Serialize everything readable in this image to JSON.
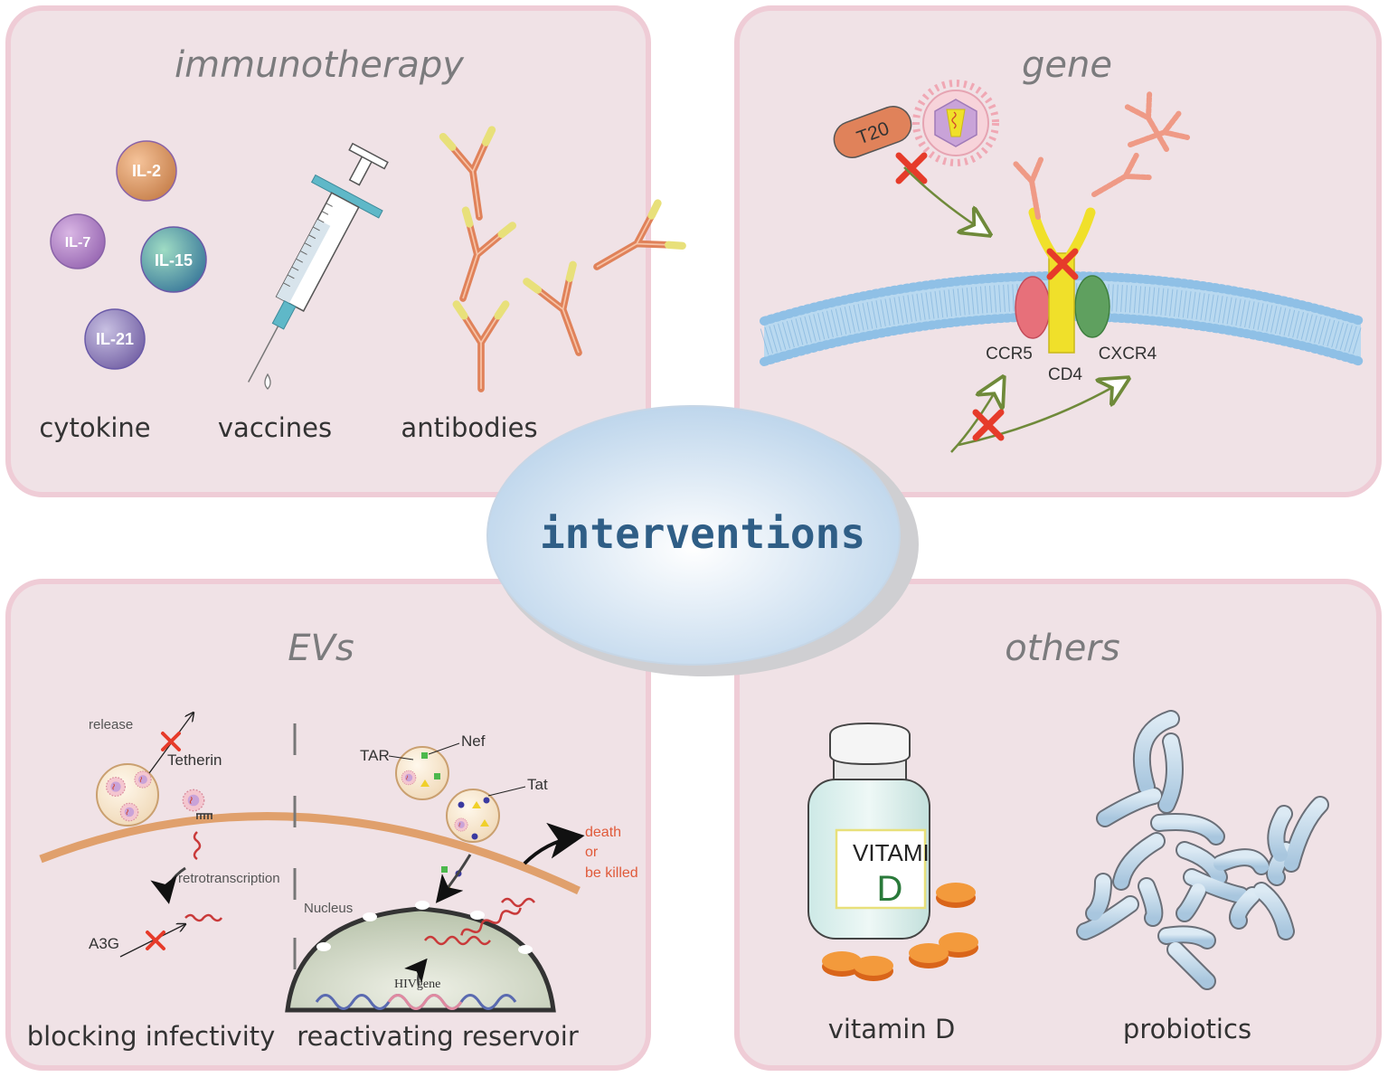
{
  "center": {
    "label": "interventions"
  },
  "panels": {
    "immunotherapy": {
      "title": "immunotherapy",
      "captions": [
        "cytokine",
        "vaccines",
        "antibodies"
      ],
      "cytokines": [
        "IL-2",
        "IL-7",
        "IL-15",
        "IL-21"
      ]
    },
    "gene": {
      "title": "gene",
      "t20": "T20",
      "receptors": [
        "CCR5",
        "CD4",
        "CXCR4"
      ]
    },
    "evs": {
      "title": "EVs",
      "captions": [
        "blocking infectivity",
        "reactivating reservoir"
      ],
      "labels": {
        "release": "release",
        "tetherin": "Tetherin",
        "retrotranscription": "retrotranscription",
        "a3g": "A3G",
        "tar": "TAR",
        "nef": "Nef",
        "tat": "Tat",
        "nucleus": "Nucleus",
        "hivgene": "HIVgene"
      },
      "outcome": [
        "death",
        "or",
        "be killed"
      ]
    },
    "others": {
      "title": "others",
      "captions": [
        "vitamin D",
        "probiotics"
      ],
      "bottle_label": [
        "VITAMI",
        "D"
      ]
    }
  },
  "colors": {
    "panel_fill": "#f0e2e6",
    "panel_stroke": "#efccd6",
    "membrane": "#8fc0e6",
    "cd4": "#f0e02a",
    "ccr5": "#e7707a",
    "cxcr4": "#5fa05f",
    "block_x": "#e63b2a",
    "arrow": "#6f8a3a",
    "antibody": "#e0825a",
    "tablet": "#f18a2e",
    "bacteria": "#b9d4e8",
    "cell_membrane": "#e0a06c"
  }
}
